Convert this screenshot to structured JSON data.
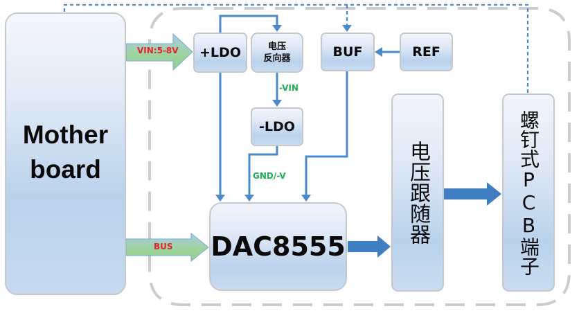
{
  "diagram": {
    "type": "block-diagram",
    "colors": {
      "box_border": "#c4c7cc",
      "box_fill_top": "#f2f5fb",
      "box_fill_bottom": "#b9d2ec",
      "connector": "#4a8acb",
      "container_dash": "#cccccc",
      "label_green": "#1fae55",
      "label_red": "#e8202a",
      "input_arrow_green": "#8fd08a",
      "input_arrow_blue": "#a9cbe8"
    },
    "blocks": {
      "motherboard": "Mother board",
      "motherboard_line1": "Mother",
      "motherboard_line2": "board",
      "pos_ldo": "+LDO",
      "inverter_line1": "电压",
      "inverter_line2": "反向器",
      "buf": "BUF",
      "ref": "REF",
      "neg_ldo": "-LDO",
      "dac": "DAC8555",
      "follower": "电压跟随器",
      "terminal": "螺钉式PCB端子"
    },
    "signals": {
      "vin": "VIN:5-8V",
      "neg_vin": "-VIN",
      "gnd_neg_v": "GND/-V",
      "bus": "BUS"
    },
    "connections": [
      {
        "from": "motherboard",
        "to": "pos_ldo",
        "label": "VIN:5-8V",
        "style": "wide-gradient-arrow"
      },
      {
        "from": "motherboard",
        "to": "dac",
        "label": "BUS",
        "style": "wide-gradient-arrow"
      },
      {
        "from": "pos_ldo",
        "to": "inverter",
        "style": "solid-arrow"
      },
      {
        "from": "inverter",
        "to": "neg_ldo",
        "label": "-VIN",
        "style": "solid-arrow"
      },
      {
        "from": "pos_ldo",
        "to": "dac",
        "style": "solid-arrow"
      },
      {
        "from": "neg_ldo",
        "to": "dac",
        "label": "GND/-V",
        "style": "solid-arrow"
      },
      {
        "from": "ref",
        "to": "buf",
        "style": "solid-arrow"
      },
      {
        "from": "buf",
        "to": "dac",
        "style": "solid-arrow"
      },
      {
        "from": "dac",
        "to": "follower",
        "style": "thick-arrow"
      },
      {
        "from": "follower",
        "to": "terminal",
        "style": "thick-arrow"
      },
      {
        "from": "motherboard",
        "to": "buf",
        "style": "dotted-arrow"
      },
      {
        "from": "motherboard",
        "to": "terminal",
        "style": "dotted-line"
      }
    ]
  }
}
